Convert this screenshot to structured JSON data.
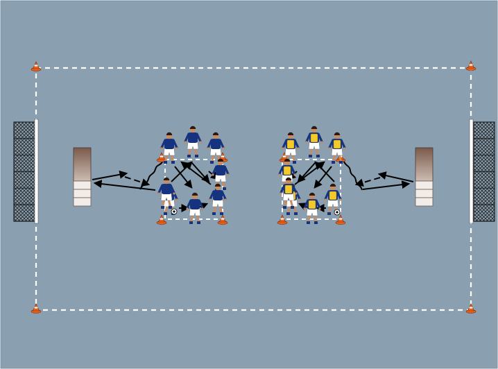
{
  "diagram": {
    "type": "soccer-training-drill",
    "colors": {
      "pitch": "#8aa0b0",
      "pitch_border": "#7d93a3",
      "boundary_line": "#ffffff",
      "cone_orange": "#e8601c",
      "cone_white": "#ffffff",
      "goal_frame": "#ffffff",
      "goal_net": "#1e1e1e",
      "rebounder_brown": "#8a6d5d",
      "rebounder_panel": "#f3ede9",
      "team_blue_shirt": "#15337e",
      "team_yellow_bib": "#f3c92c",
      "shorts": "#ffffff",
      "skin": "#c98b62",
      "arrow": "#000000"
    },
    "groups": [
      {
        "name": "left-group",
        "team": "blue",
        "players": 8
      },
      {
        "name": "right-group",
        "team": "blue-with-yellow-bibs",
        "players": 8
      }
    ],
    "equipment": [
      "goal-left",
      "goal-right",
      "rebounder-left",
      "rebounder-right",
      "cones",
      "balls"
    ]
  }
}
